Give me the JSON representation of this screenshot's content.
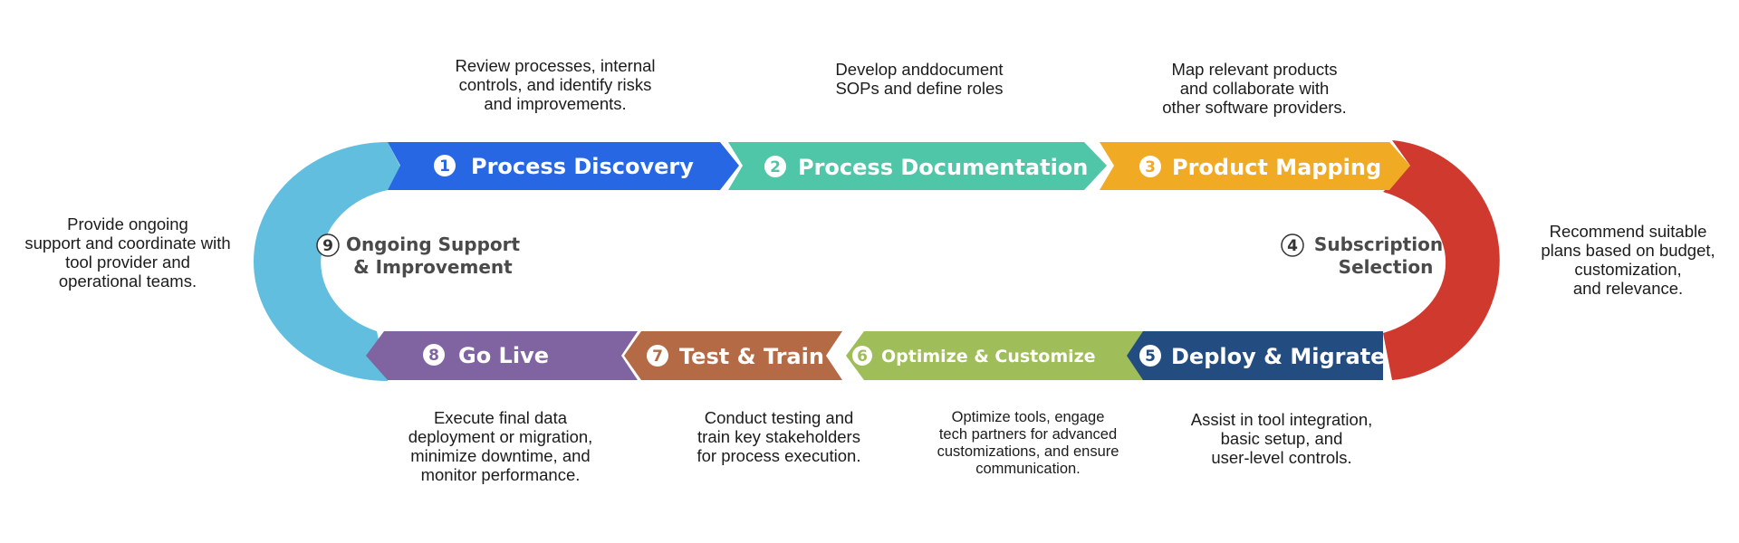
{
  "colors": {
    "blue": "#2767e3",
    "teal": "#4fc6a8",
    "orange": "#f0aa24",
    "red": "#d03a2e",
    "navy": "#234d80",
    "green": "#9fbd59",
    "brown": "#b46a45",
    "purple": "#8064a2",
    "lightblue": "#62bede"
  },
  "steps": [
    {
      "number": "1",
      "label": "Process Discovery",
      "description": "Review processes, internal\ncontrols, and identify risks\nand improvements."
    },
    {
      "number": "2",
      "label": "Process Documentation",
      "description": "Develop anddocument\nSOPs and define roles"
    },
    {
      "number": "3",
      "label": "Product Mapping",
      "description": "Map relevant products\nand collaborate with\nother software providers."
    },
    {
      "number": "4",
      "label": "Subscription",
      "label2": "Selection",
      "description": "Recommend suitable\nplans based on budget,\ncustomization,\nand relevance."
    },
    {
      "number": "5",
      "label": "Deploy & Migrate",
      "description": "Assist in tool integration,\nbasic setup, and\nuser-level controls."
    },
    {
      "number": "6",
      "label": "Optimize & Customize",
      "description": "Optimize tools, engage\ntech partners for advanced\ncustomizations, and ensure\ncommunication."
    },
    {
      "number": "7",
      "label": "Test & Train",
      "description": "Conduct testing and\ntrain key stakeholders\nfor process execution."
    },
    {
      "number": "8",
      "label": "Go Live",
      "description": "Execute final data\ndeployment or migration,\nminimize downtime, and\nmonitor performance."
    },
    {
      "number": "9",
      "label": "Ongoing Support",
      "label2": "& Improvement",
      "description": "Provide ongoing\nsupport and coordinate with\ntool provider and\noperational teams."
    }
  ]
}
